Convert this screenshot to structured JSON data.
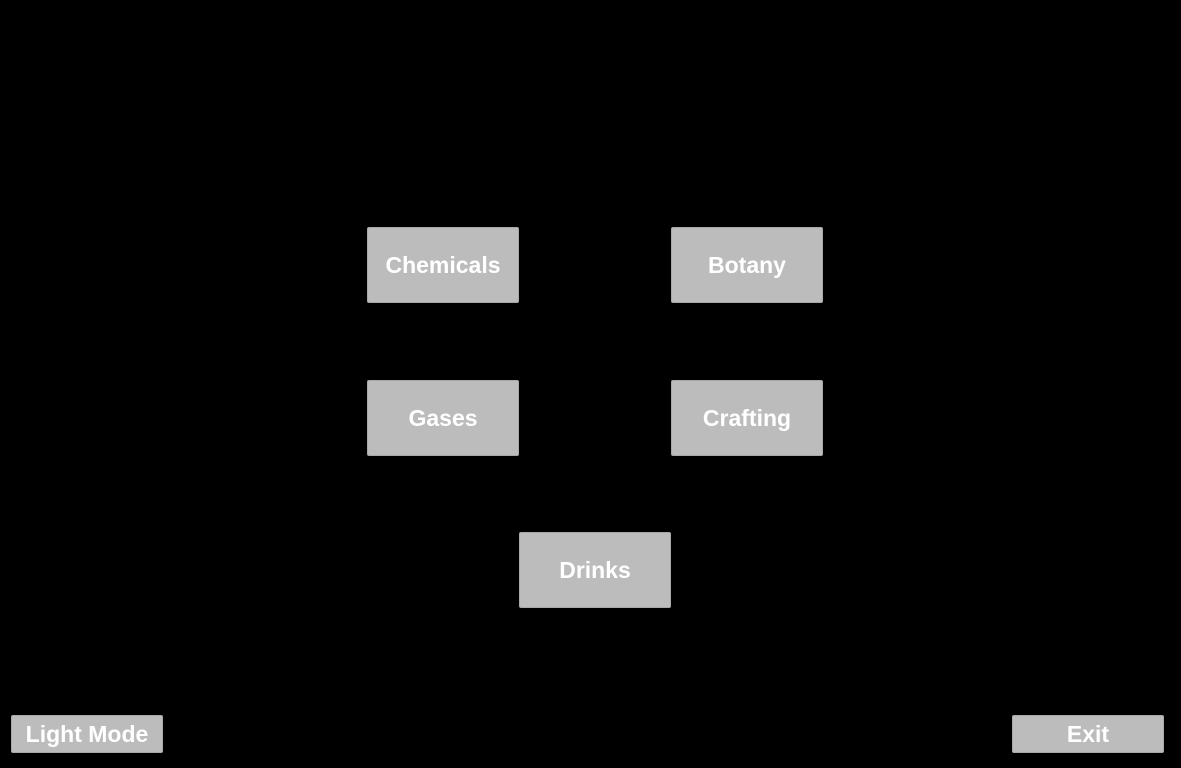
{
  "categories": [
    {
      "label": "Chemicals"
    },
    {
      "label": "Botany"
    },
    {
      "label": "Gases"
    },
    {
      "label": "Crafting"
    },
    {
      "label": "Drinks"
    }
  ],
  "footer": {
    "theme_toggle_label": "Light Mode",
    "exit_label": "Exit"
  },
  "colors": {
    "background": "#000000",
    "button_fill": "#bcbcbc",
    "button_text": "#ffffff"
  }
}
